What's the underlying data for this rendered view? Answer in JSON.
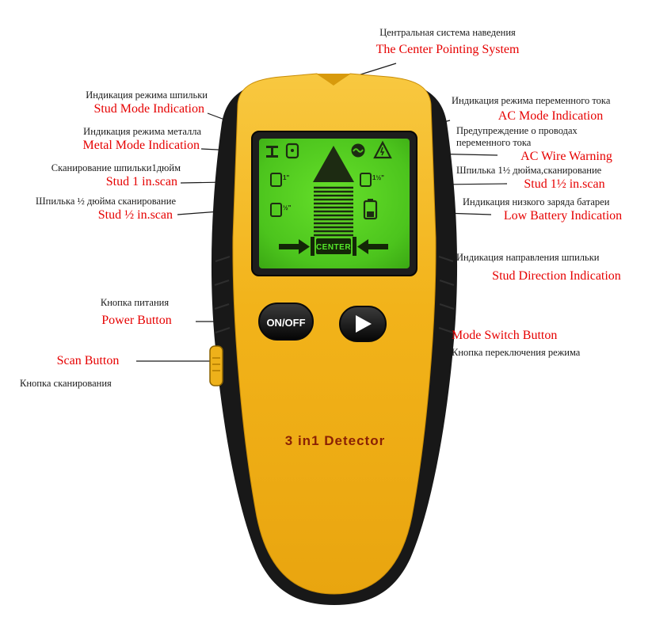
{
  "title": "3 in 1 stud detector annotated diagram",
  "colors": {
    "label_black": "#1a1a1a",
    "label_red": "#e60000",
    "device_yellow": "#f3b71d",
    "device_grip_black": "#181818",
    "screen_green": "#4ec522",
    "device_text_red": "#8a2104",
    "button_text_white": "#ffffff"
  },
  "callouts": {
    "center_pointing": {
      "ru": "Центральная система наведения",
      "en": "The Center Pointing System"
    },
    "stud_mode": {
      "ru": "Индикация режима шпильки",
      "en": "Stud Mode Indication"
    },
    "metal_mode": {
      "ru": "Индикация режима металла",
      "en": "Metal Mode Indication"
    },
    "stud_1in": {
      "ru": "Сканирование шпильки1дюйм",
      "en": "Stud 1 in.scan"
    },
    "stud_half": {
      "ru": "Шпилька ½ дюйма сканирование",
      "en": "Stud ½ in.scan"
    },
    "ac_mode": {
      "ru": "Индикация режима  переменного тока",
      "en": "AC Mode Indication"
    },
    "ac_warning": {
      "ru": "Предупреждение о проводах переменного тока",
      "en": "AC Wire Warning"
    },
    "stud_1half": {
      "ru": "Шпилька 1½ дюйма,сканирование",
      "en": "Stud 1½ in.scan"
    },
    "low_battery": {
      "ru": "Индикация низкого заряда батареи",
      "en": "Low Battery Indication"
    },
    "stud_direction": {
      "ru": "Индикация направления шпильки",
      "en": "Stud Direction Indication"
    },
    "power_button": {
      "ru": "Кнопка питания",
      "en": "Power Button"
    },
    "mode_switch": {
      "ru": "Кнопка переключения режима",
      "en": "Mode Switch Button"
    },
    "scan_button": {
      "ru": "Кнопка сканирования",
      "en": "Scan Button"
    }
  },
  "device": {
    "label": "3 in1 Detector",
    "power_button_label": "ON/OFF",
    "screen": {
      "center_label": "CENTER",
      "stud_1_label": "1\"",
      "stud_half_label": "½\"",
      "stud_1half_label": "1½\""
    }
  }
}
